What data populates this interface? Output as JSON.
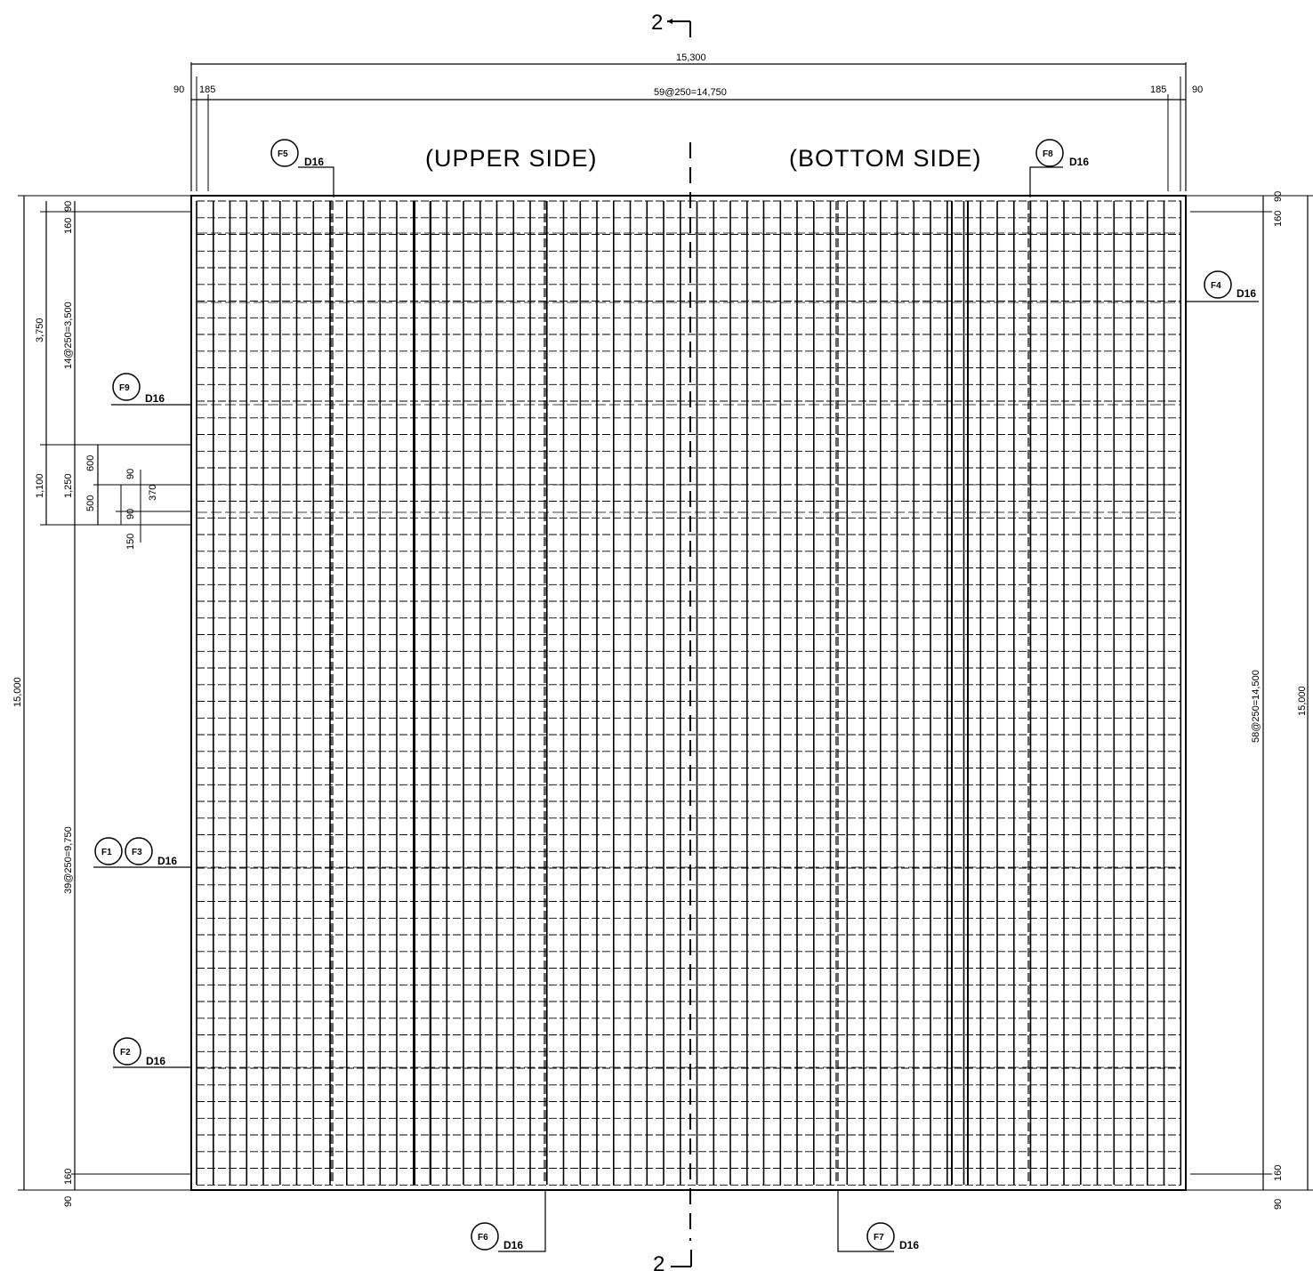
{
  "section_top": "2",
  "section_bottom": "2",
  "dims_top": {
    "overall": "15,300",
    "left_cover": "90",
    "left_edge": "185",
    "spacing": "59@250=14,750",
    "right_edge": "185",
    "right_cover": "90"
  },
  "labels": {
    "upper": "(UPPER SIDE)",
    "bottom": "(BOTTOM SIDE)"
  },
  "bar_dia": "D16",
  "bars": {
    "f1": "F1",
    "f2": "F2",
    "f3": "F3",
    "f4": "F4",
    "f5": "F5",
    "f6": "F6",
    "f7": "F7",
    "f8": "F8",
    "f9": "F9"
  },
  "dims_left": {
    "overall": "15,000",
    "top_cover": "90",
    "top_edge": "160",
    "zone_a": "3,750",
    "zone_a_spacing": "14@250=3,500",
    "zone_b": "1,100",
    "zone_b2": "1,250",
    "d600": "600",
    "d500": "500",
    "d90a": "90",
    "d370": "370",
    "d90b": "90",
    "d150": "150",
    "lower_spacing": "39@250=9,750",
    "bottom_edge": "160",
    "bottom_cover": "90"
  },
  "dims_right": {
    "overall": "15,000",
    "spacing": "58@250=14,500",
    "top_cover": "90",
    "top_edge": "160",
    "bottom_edge": "160",
    "bottom_cover": "90"
  }
}
